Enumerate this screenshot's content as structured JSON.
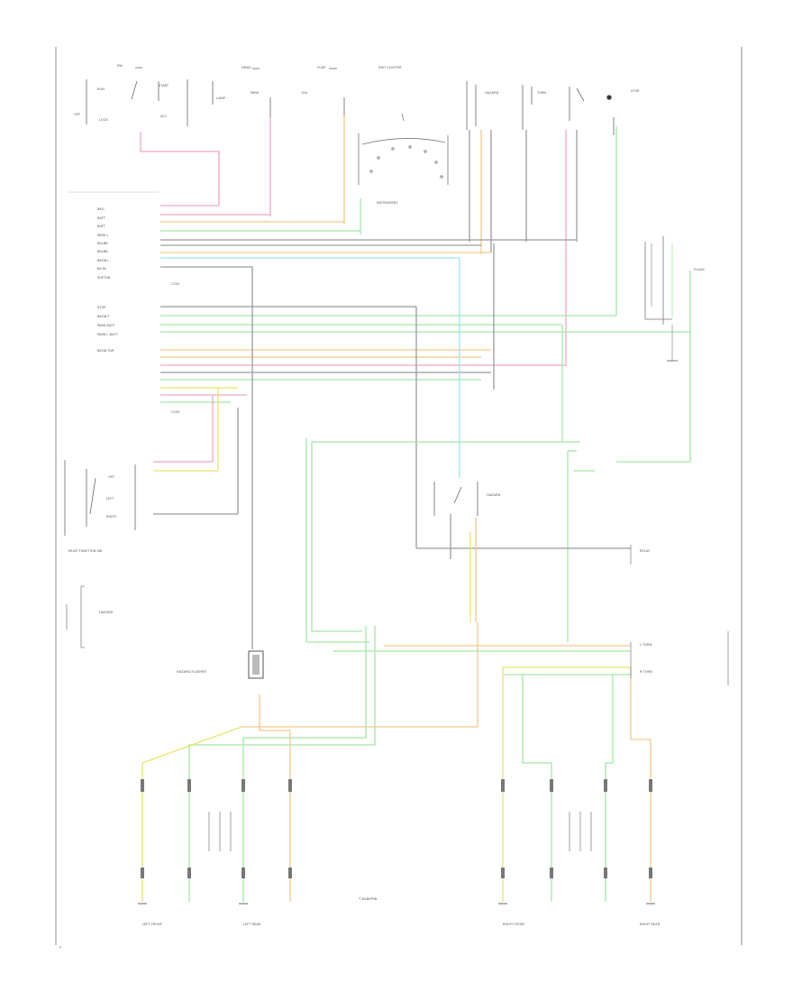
{
  "diagram": {
    "page_marker": "F",
    "center_note": "T BILBIPPIN",
    "connector_top_left": "C202",
    "connector_mid_left": "C203",
    "left_pins": [
      "BKG",
      "BATT",
      "BATT",
      "PARK L",
      "BKLBB",
      "BKLBB",
      "BKGB L",
      "BK BL",
      "SHFTGB",
      "STOP",
      "BKGB P",
      "PARK BATT",
      "PARK L BATT",
      "BKGB TUR"
    ]
  },
  "colors": {
    "pink": "#f4a8bd",
    "orange": "#f2c98c",
    "green": "#a3e6a8",
    "cyan": "#9fe3f3",
    "yellow": "#ece46a",
    "gray": "#9a9a9a",
    "dark": "#555555",
    "frame": "#bbbbbb"
  }
}
